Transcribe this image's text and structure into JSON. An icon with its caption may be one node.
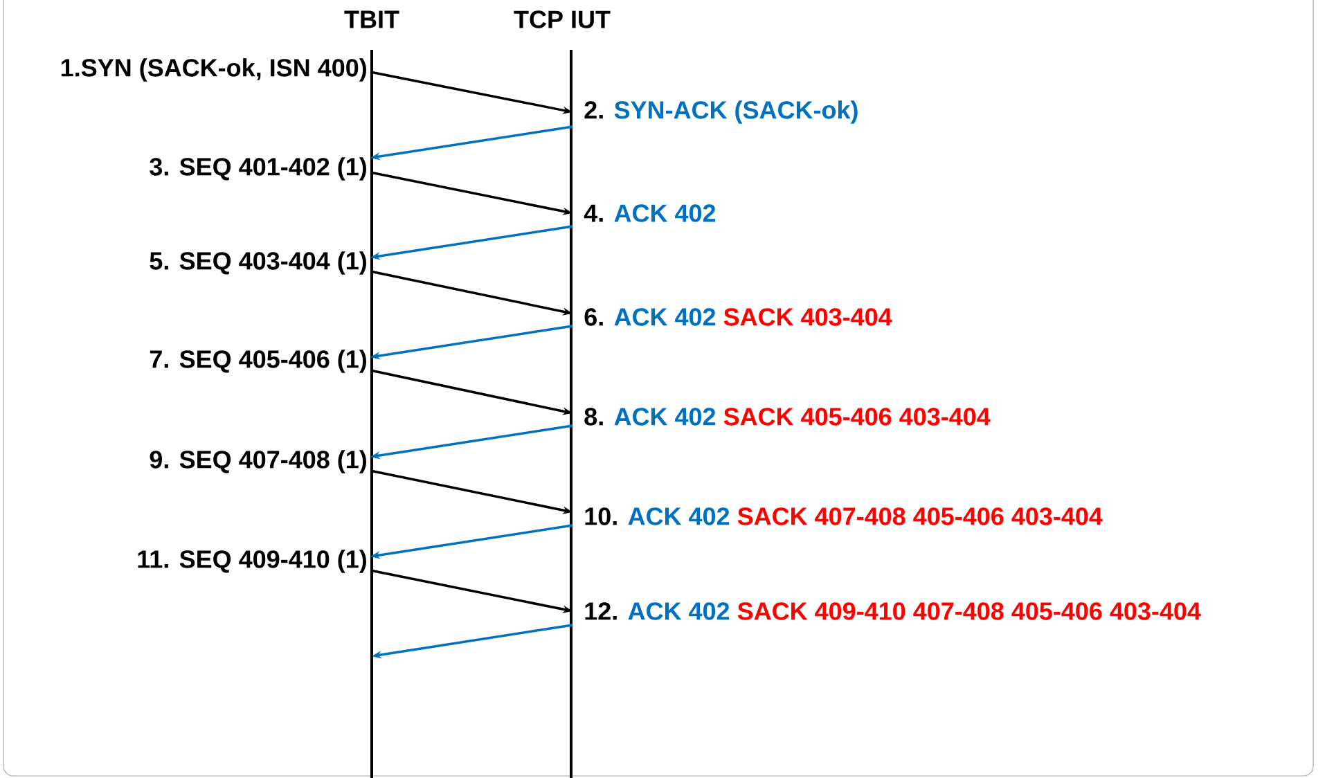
{
  "diagram": {
    "nodes": [
      {
        "text": [
          "1.SYN (SACK-ok, ISN 400)"
        ]
      },
      {
        "text": [
          "2.",
          "SYN-ACK (SACK-ok)"
        ]
      },
      {
        "text": [
          "3. SEQ 401-402 (1)"
        ]
      },
      {
        "text": [
          "4.",
          "ACK 402"
        ]
      },
      {
        "text": [
          "5. SEQ 403-404 (1)"
        ]
      },
      {
        "text": [
          "6.",
          "ACK 402",
          "SACK 403-404"
        ]
      },
      {
        "text": [
          "7. SEQ 405-406 (1)"
        ]
      },
      {
        "text": [
          "8.",
          "ACK 402",
          "SACK 405-406 403-404"
        ]
      },
      {
        "text": [
          "9. SEQ 407-408 (1)"
        ]
      },
      {
        "text": [
          "10.",
          "ACK 402",
          "SACK 407-408 405-406 403-404"
        ]
      },
      {
        "text": [
          "11. SEQ 409-410 (1)"
        ]
      },
      {
        "text": [
          "12.",
          "ACK 402",
          "SACK 409-410 407-408 405-406 403-404"
        ]
      }
    ],
    "edges": [
      {
        "from": 0,
        "to": 1,
        "arrow": "to"
      },
      {
        "from": 1,
        "to": 2,
        "arrow": "to",
        "color": "#0070c0"
      },
      {
        "from": 2,
        "to": 3,
        "arrow": "to"
      },
      {
        "from": 3,
        "to": 4,
        "arrow": "to",
        "color": "#0070c0"
      },
      {
        "from": 4,
        "to": 5,
        "arrow": "to"
      },
      {
        "from": 5,
        "to": 6,
        "arrow": "to",
        "color": "#0070c0"
      },
      {
        "from": 6,
        "to": 7,
        "arrow": "to"
      },
      {
        "from": 7,
        "to": 8,
        "arrow": "to",
        "color": "#0070c0"
      },
      {
        "from": 8,
        "to": 9,
        "arrow": "to"
      },
      {
        "from": 9,
        "to": 10,
        "arrow": "to",
        "color": "#0070c0"
      },
      {
        "from": 10,
        "to": 11,
        "arrow": "to"
      },
      {
        "from": 11,
        "to": null,
        "arrow": "to",
        "color": "#0070c0"
      }
    ],
    "labels": [
      "TBIT",
      "TCP IUT"
    ]
  }
}
